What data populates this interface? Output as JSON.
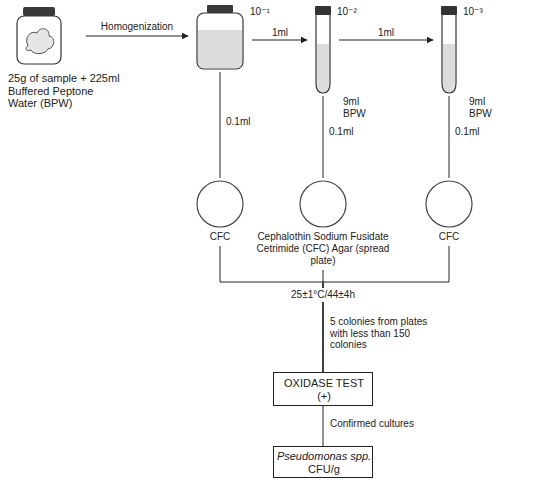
{
  "diagram": {
    "nodes": [
      {
        "text": [
          "25g of sample + 225ml Buffered Peptone Water (BPW)"
        ]
      },
      {
        "text": [
          "10⁻¹"
        ]
      },
      {
        "text": [
          "10⁻²",
          "9ml BPW"
        ]
      },
      {
        "text": [
          "10⁻³",
          "9ml BPW"
        ]
      },
      {
        "text": [
          "CFC"
        ]
      },
      {
        "text": [
          "Cephalothin Sodium Fusidate Cetrimide (CFC) Agar (spread plate)"
        ]
      },
      {
        "text": [
          "CFC"
        ]
      },
      {
        "text": [
          "OXIDASE TEST (+)"
        ]
      },
      {
        "text": [
          "Pseudomonas spp.",
          "CFU/g"
        ]
      }
    ],
    "edges": [
      {
        "from": 0,
        "to": 1,
        "label": "Homogenization",
        "arrow": "to"
      },
      {
        "from": 1,
        "to": 2,
        "label": "1ml",
        "arrow": "to"
      },
      {
        "from": 2,
        "to": 3,
        "label": "1ml",
        "arrow": "to"
      },
      {
        "from": 1,
        "to": 4,
        "label": "0.1ml",
        "arrow": "none"
      },
      {
        "from": 2,
        "to": 5,
        "label": "0.1ml",
        "arrow": "none"
      },
      {
        "from": 3,
        "to": 6,
        "label": "0.1ml",
        "arrow": "none"
      },
      {
        "from": 4,
        "to": 7,
        "arrow": "none"
      },
      {
        "from": 5,
        "to": 7,
        "label": "5 colonies from plates with less than 150 colonies",
        "arrow": "none"
      },
      {
        "from": 6,
        "to": 7,
        "arrow": "none"
      },
      {
        "from": 7,
        "to": 8,
        "label": "Confirmed cultures",
        "arrow": "none"
      }
    ],
    "labels": [
      "25±1°C/44±4h"
    ]
  }
}
